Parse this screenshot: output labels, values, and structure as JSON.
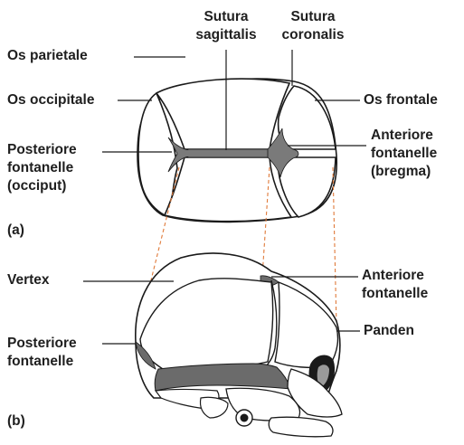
{
  "figure": {
    "panel_a": {
      "tag": "(a)",
      "labels": {
        "sutura_sagittalis_l1": "Sutura",
        "sutura_sagittalis_l2": "sagittalis",
        "sutura_coronalis_l1": "Sutura",
        "sutura_coronalis_l2": "coronalis",
        "os_parietale": "Os parietale",
        "os_occipitale": "Os occipitale",
        "os_frontale": "Os frontale",
        "posteriore_l1": "Posteriore",
        "posteriore_l2": "fontanelle",
        "posteriore_l3": "(occiput)",
        "anteriore_l1": "Anteriore",
        "anteriore_l2": "fontanelle",
        "anteriore_l3": "(bregma)"
      }
    },
    "panel_b": {
      "tag": "(b)",
      "labels": {
        "vertex": "Vertex",
        "anteriore_l1": "Anteriore",
        "anteriore_l2": "fontanelle",
        "panden": "Panden",
        "posteriore_l1": "Posteriore",
        "posteriore_l2": "fontanelle"
      }
    },
    "colors": {
      "outline": "#1a1a1a",
      "fontanelle": "#7a7a7a",
      "dark_region": "#6b6b6b",
      "projection_line": "#e07a3a",
      "label_text": "#1f1f1f"
    }
  }
}
